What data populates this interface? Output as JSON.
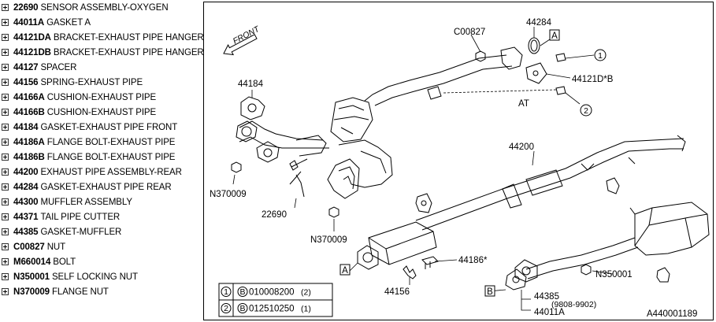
{
  "parts": [
    {
      "no": "22690",
      "desc": "SENSOR ASSEMBLY-OXYGEN"
    },
    {
      "no": "44011A",
      "desc": "GASKET A"
    },
    {
      "no": "44121DA",
      "desc": "BRACKET-EXHAUST PIPE HANGER"
    },
    {
      "no": "44121DB",
      "desc": "BRACKET-EXHAUST PIPE HANGER"
    },
    {
      "no": "44127",
      "desc": "SPACER"
    },
    {
      "no": "44156",
      "desc": "SPRING-EXHAUST PIPE"
    },
    {
      "no": "44166A",
      "desc": "CUSHION-EXHAUST PIPE"
    },
    {
      "no": "44166B",
      "desc": "CUSHION-EXHAUST PIPE"
    },
    {
      "no": "44184",
      "desc": "GASKET-EXHAUST PIPE FRONT"
    },
    {
      "no": "44186A",
      "desc": "FLANGE BOLT-EXHAUST PIPE"
    },
    {
      "no": "44186B",
      "desc": "FLANGE BOLT-EXHAUST PIPE"
    },
    {
      "no": "44200",
      "desc": "EXHAUST PIPE ASSEMBLY-REAR"
    },
    {
      "no": "44284",
      "desc": "GASKET-EXHAUST PIPE REAR"
    },
    {
      "no": "44300",
      "desc": "MUFFLER ASSEMBLY"
    },
    {
      "no": "44371",
      "desc": "TAIL PIPE CUTTER"
    },
    {
      "no": "44385",
      "desc": "GASKET-MUFFLER"
    },
    {
      "no": "C00827",
      "desc": "NUT"
    },
    {
      "no": "M660014",
      "desc": "BOLT"
    },
    {
      "no": "N350001",
      "desc": "SELF LOCKING NUT"
    },
    {
      "no": "N370009",
      "desc": "FLANGE NUT"
    }
  ],
  "diagram": {
    "front_label": "FRONT",
    "callouts": {
      "c00827": "C00827",
      "p44284": "44284",
      "p44121db": "44121D*B",
      "at": "AT",
      "p44184": "44184",
      "p44200": "44200",
      "n370009_a": "N370009",
      "p22690": "22690",
      "n370009_b": "N370009",
      "p44186": "44186*",
      "p44156": "44156",
      "n350001": "N350001",
      "p44385": "44385",
      "p44385_range": "(9808-9902)",
      "p44011a": "44011A"
    },
    "ref_markers": {
      "a1": "A",
      "a2": "A",
      "b": "B"
    },
    "circle_refs": {
      "one": "1",
      "two": "2"
    },
    "legend": [
      {
        "num": "1",
        "code": "B",
        "part": "010008200",
        "qty": "(2)"
      },
      {
        "num": "2",
        "code": "B",
        "part": "012510250",
        "qty": "(1)"
      }
    ],
    "diagram_id": "A440001189"
  }
}
